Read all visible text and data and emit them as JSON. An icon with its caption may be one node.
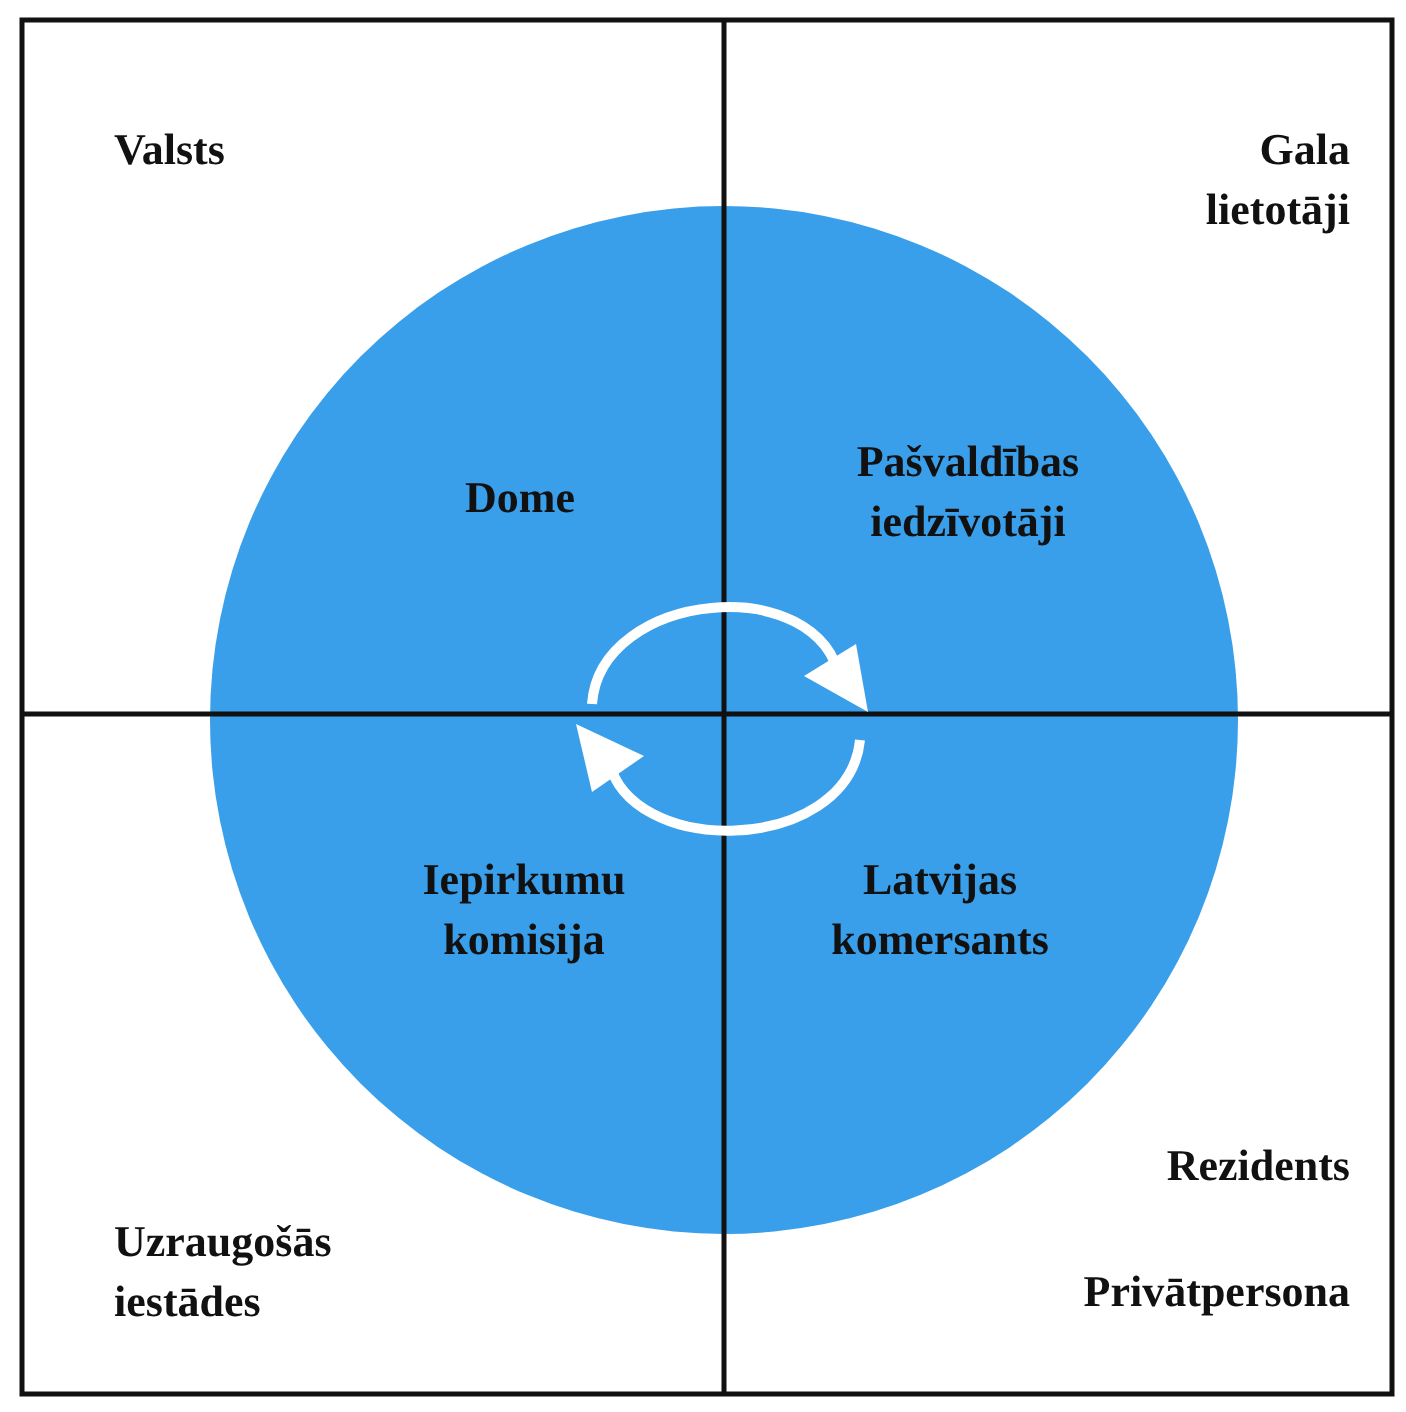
{
  "diagram": {
    "nodes": [
      {
        "text": [
          "Dome",
          "Pašvaldības iedzīvotāji",
          "Iepirkumu komisija",
          "Latvijas komersants"
        ]
      }
    ],
    "edges": [],
    "labels": [
      "Valsts",
      "Gala lietotāji",
      "Rezidents",
      "Uzraugošās iestādes",
      "Privātpersona"
    ]
  }
}
